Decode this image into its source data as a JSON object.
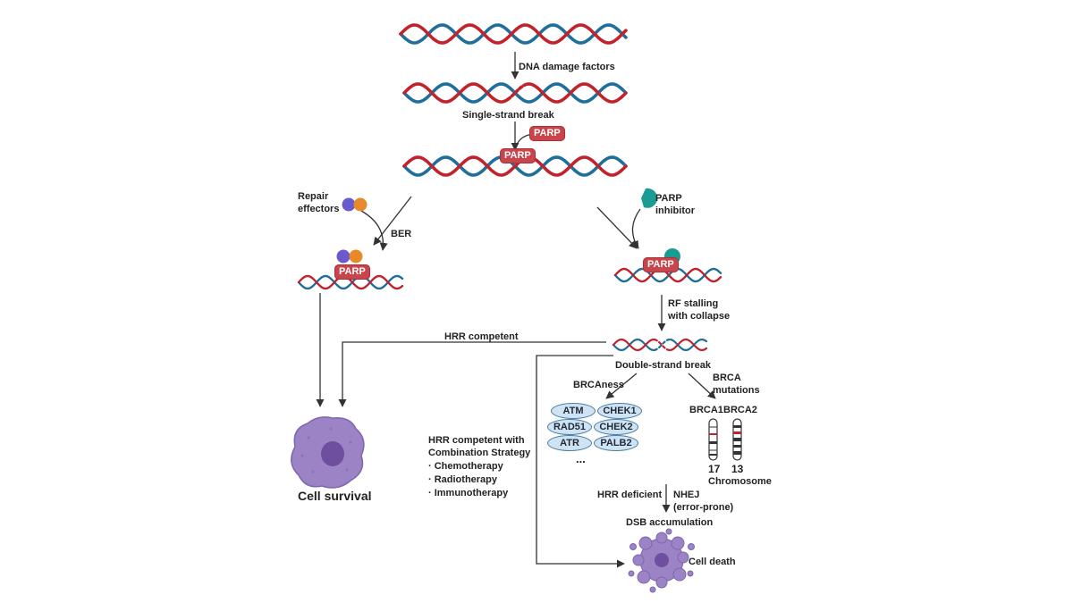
{
  "labels": {
    "dna_damage": "DNA damage factors",
    "single_strand_break": "Single-strand break",
    "repair_effectors": "Repair\neffectors",
    "ber": "BER",
    "parp_inhibitor": "PARP\ninhibitor",
    "rf_stalling": "RF stalling\nwith collapse",
    "hrr_competent": "HRR competent",
    "double_strand_break": "Double-strand break",
    "brcaness": "BRCAness",
    "brca_mutations": "BRCA\nmutations",
    "brca1": "BRCA1",
    "brca2": "BRCA2",
    "chr17": "17",
    "chr13": "13",
    "chromosome": "Chromosome",
    "combination_title": "HRR competent with\nCombination Strategy",
    "chemotherapy": "· Chemotherapy",
    "radiotherapy": "· Radiotherapy",
    "immunotherapy": "· Immunotherapy",
    "hrr_deficient": "HRR deficient",
    "nhej": "NHEJ\n(error-prone)",
    "dsb_accumulation": "DSB accumulation",
    "cell_survival": "Cell survival",
    "cell_death": "Cell death",
    "ellipsis": "..."
  },
  "parp_label": "PARP",
  "brcaness_genes": [
    "ATM",
    "CHEK1",
    "RAD51",
    "CHEK2",
    "ATR",
    "PALB2"
  ],
  "colors": {
    "strand_blue": "#1f6f9a",
    "strand_red": "#c0232b",
    "parp_red": "#c9444b",
    "effector_purple": "#6a5acd",
    "effector_orange": "#e8892a",
    "inhibitor_teal": "#1a9c93",
    "cell_purple": "#9b83c6",
    "nucleus_purple": "#6e4e9e",
    "oval_fill": "#cfe3f3",
    "arrow": "#333333"
  }
}
